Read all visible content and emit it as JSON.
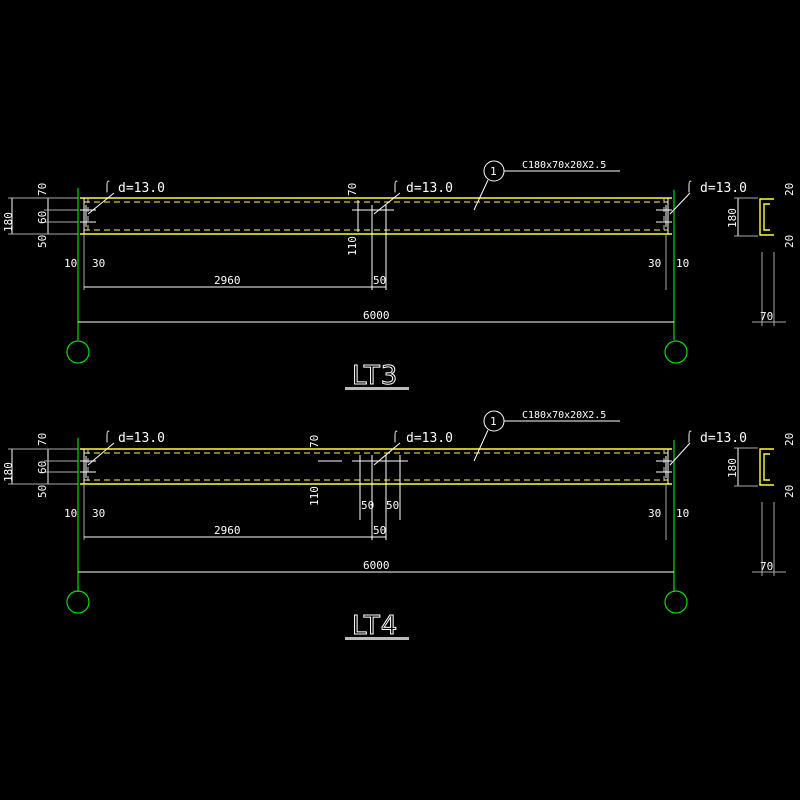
{
  "beams": [
    {
      "title": "LT3",
      "spec": "C180x70x20X2.5",
      "marker": "1",
      "hole_labels": [
        "d=13.0",
        "d=13.0",
        "d=13.0"
      ],
      "left_dims": [
        "180",
        "70",
        "60",
        "50"
      ],
      "end_dims": [
        "10",
        "30",
        "30",
        "10"
      ],
      "mid_dims": [
        "70",
        "110"
      ],
      "span_dims": [
        "2960",
        "50",
        "6000"
      ],
      "section_dims": [
        "20",
        "180",
        "20",
        "70"
      ]
    },
    {
      "title": "LT4",
      "spec": "C180x70x20X2.5",
      "marker": "1",
      "hole_labels": [
        "d=13.0",
        "d=13.0",
        "d=13.0"
      ],
      "left_dims": [
        "180",
        "70",
        "60",
        "50"
      ],
      "end_dims": [
        "10",
        "30",
        "30",
        "10"
      ],
      "mid_dims": [
        "70",
        "110",
        "50",
        "50"
      ],
      "span_dims": [
        "2960",
        "50",
        "6000"
      ],
      "section_dims": [
        "20",
        "180",
        "20",
        "70"
      ]
    }
  ]
}
